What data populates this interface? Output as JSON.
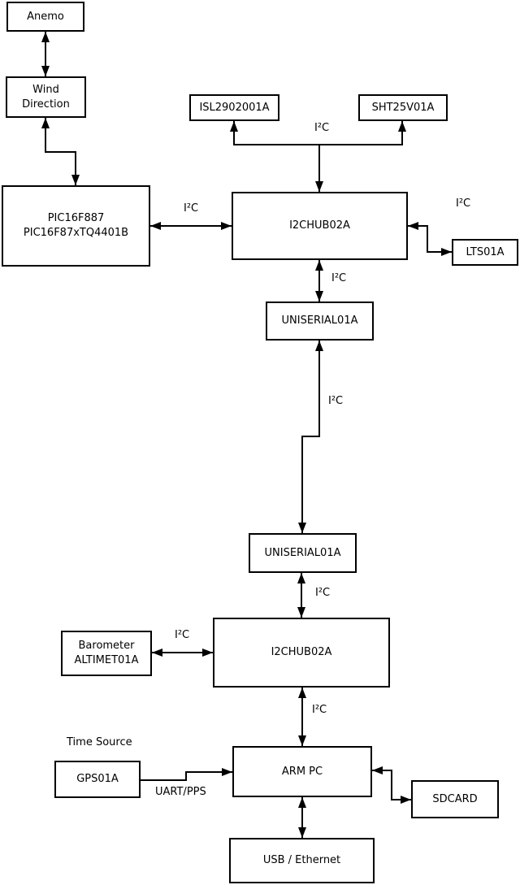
{
  "nodes": {
    "anemo": {
      "label": "Anemo"
    },
    "wind_direction": {
      "line1": "Wind",
      "line2": "Direction"
    },
    "pic": {
      "line1": "PIC16F887",
      "line2": "PIC16F87xTQ4401B"
    },
    "isl2902001a": {
      "label": "ISL2902001A"
    },
    "sht25v01a": {
      "label": "SHT25V01A"
    },
    "i2chub_top": {
      "label": "I2CHUB02A"
    },
    "lts01a": {
      "label": "LTS01A"
    },
    "uniserial_top": {
      "label": "UNISERIAL01A"
    },
    "uniserial_bottom": {
      "label": "UNISERIAL01A"
    },
    "i2chub_bottom": {
      "label": "I2CHUB02A"
    },
    "barometer": {
      "line1": "Barometer",
      "line2": "ALTIMET01A"
    },
    "arm_pc": {
      "label": "ARM PC"
    },
    "gps01a": {
      "label": "GPS01A"
    },
    "sdcard": {
      "label": "SDCARD"
    },
    "usb_ethernet": {
      "label": "USB / Ethernet"
    }
  },
  "edge_labels": [
    {
      "text": "I²C"
    },
    {
      "text": "I²C"
    },
    {
      "text": "I²C"
    },
    {
      "text": "I²C"
    },
    {
      "text": "I²C"
    },
    {
      "text": "I²C"
    },
    {
      "text": "I²C"
    },
    {
      "text": "I²C"
    }
  ],
  "annotations": {
    "time_source": "Time Source",
    "uart_pps": "UART/PPS"
  },
  "colors": {
    "line": "#000000",
    "background": "#ffffff",
    "box_fill": "#ffffff",
    "text": "#000000"
  }
}
